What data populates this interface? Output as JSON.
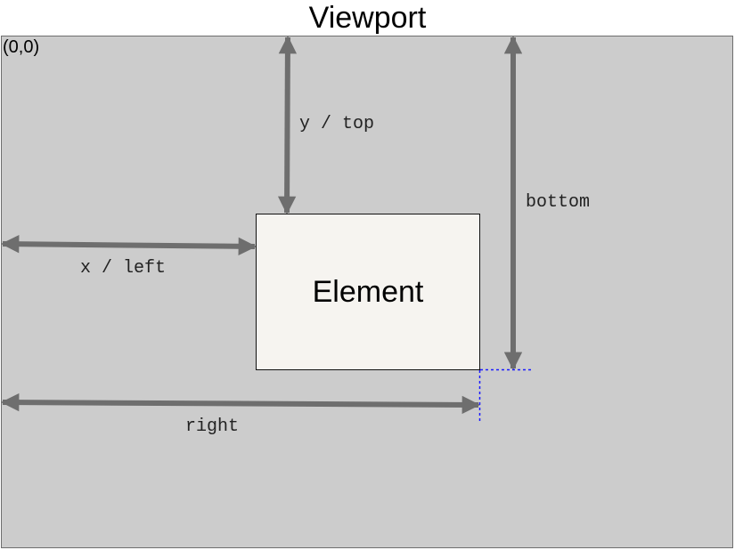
{
  "diagram": {
    "title": "Viewport",
    "origin_label": "(0,0)",
    "element_label": "Element",
    "measures": {
      "top": "y / top",
      "left": "x / left",
      "bottom": "bottom",
      "right": "right"
    }
  },
  "colors": {
    "viewport_fill": "#cccccc",
    "viewport_border": "#6e6e6e",
    "element_fill": "#f6f4f0",
    "arrow": "#6e6e6e",
    "guide": "#1a1aff"
  }
}
